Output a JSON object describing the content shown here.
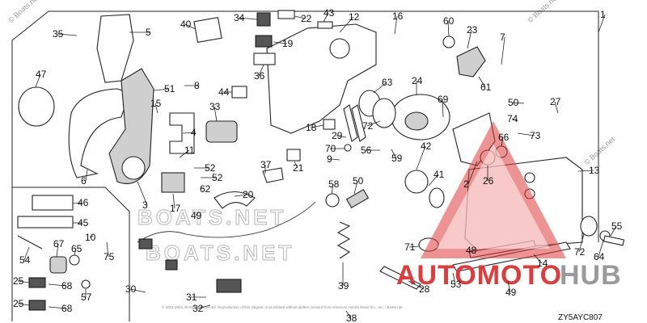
{
  "diagram": {
    "diagram_code": "ZY5AYC807",
    "watermark_text": "© Boats.net",
    "copyright_line": "© 2004-2021 All Rights Reserved. Reproduction of this diagram is prohibited without written consent from American Honda Motor Co., Inc. / Boats.net",
    "brand_logo": {
      "text_accent": "AUTOMOTO",
      "text_muted": "HUB",
      "accent_color": "#e03a3a",
      "muted_color": "#9a9a9a",
      "icon": "warning-triangle-icon"
    },
    "ghost_logo_text": "BOATS.NET",
    "callout_numbers": [
      "1",
      "2",
      "3",
      "4",
      "5",
      "6",
      "7",
      "8",
      "9",
      "10",
      "11",
      "12",
      "13",
      "14",
      "15",
      "16",
      "17",
      "18",
      "19",
      "20",
      "21",
      "22",
      "23",
      "24",
      "25",
      "25",
      "26",
      "27",
      "28",
      "29",
      "30",
      "31",
      "32",
      "33",
      "34",
      "35",
      "36",
      "37",
      "38",
      "39",
      "40",
      "41",
      "42",
      "43",
      "44",
      "45",
      "46",
      "47",
      "48",
      "49",
      "49",
      "50",
      "50",
      "51",
      "52",
      "52",
      "53",
      "54",
      "55",
      "56",
      "57",
      "58",
      "59",
      "60",
      "61",
      "62",
      "63",
      "64",
      "65",
      "66",
      "67",
      "68",
      "68",
      "69",
      "70",
      "71",
      "72",
      "72",
      "73",
      "74",
      "75"
    ]
  }
}
